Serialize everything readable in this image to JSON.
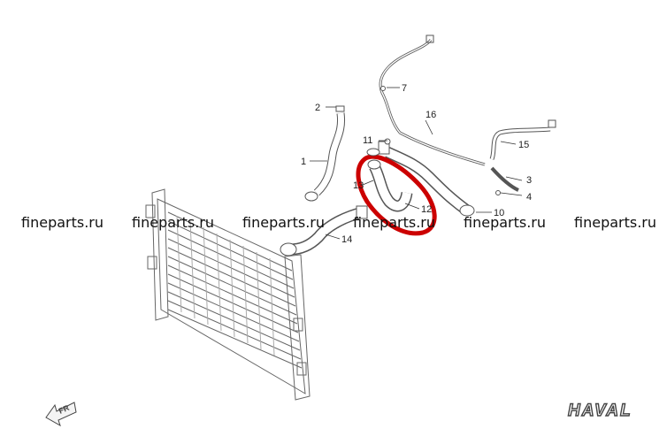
{
  "callouts": {
    "c1": "1",
    "c2": "2",
    "c3": "3",
    "c4": "4",
    "c7": "7",
    "c10": "10",
    "c11": "11",
    "c12": "12",
    "c13": "13",
    "c14": "14",
    "c15": "15",
    "c16": "16"
  },
  "watermark": "fineparts.ru",
  "brand_logo": "HAVAL",
  "direction_marker": "FR",
  "highlight_color": "#cc0000"
}
